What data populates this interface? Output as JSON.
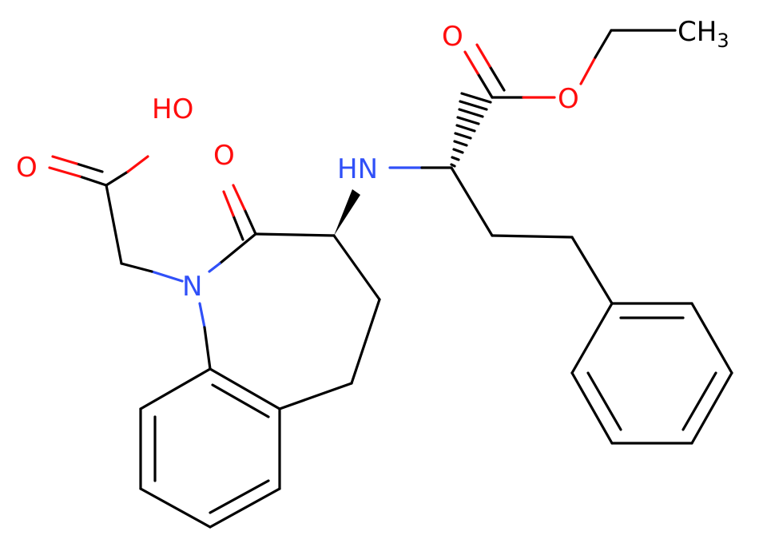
{
  "colors": {
    "bond": "#000000",
    "oxygen": "#ff0d0d",
    "nitrogen": "#3050f8",
    "background": "#ffffff"
  },
  "atom_labels": {
    "acid_oh": "HO",
    "acid_carbonyl_o": "O",
    "lactam_o": "O",
    "amine_nh": "HN",
    "ring_n": "N",
    "ester_carbonyl_o": "O",
    "ester_o": "O",
    "methyl_ch": "CH",
    "methyl_sub": "3"
  }
}
